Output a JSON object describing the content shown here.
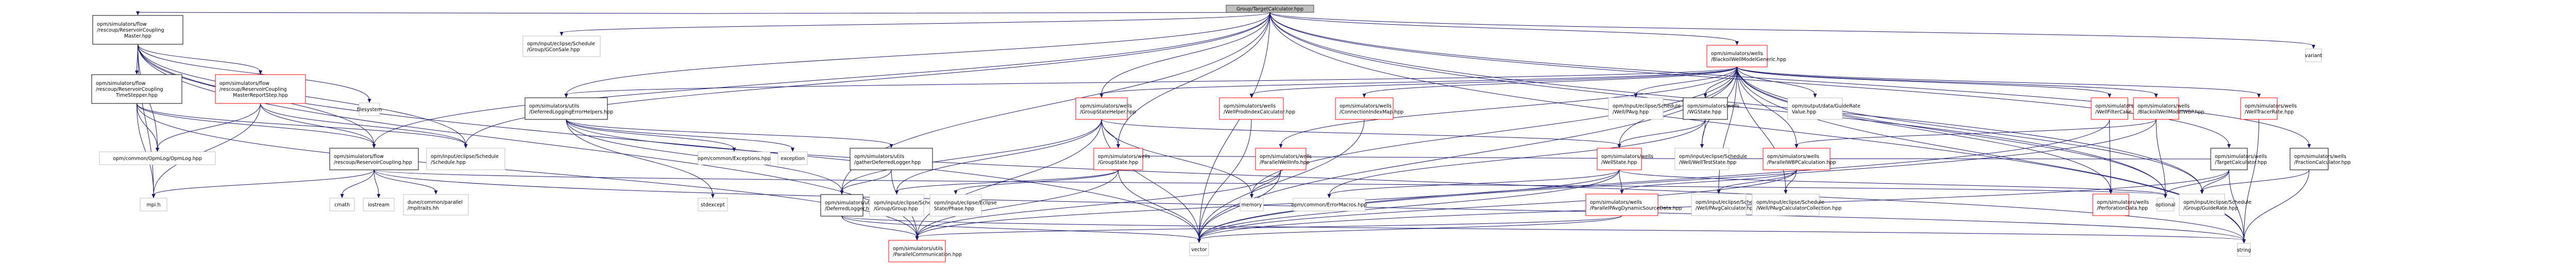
{
  "title": "Include dependency graph",
  "colors": {
    "edge": "#191970",
    "root_fill": "#bfbfbf",
    "root_border": "#404040",
    "documented_border": "#000000",
    "truncated_border": "#ff0000",
    "external_border": "#bfbfbf"
  },
  "nodes": [
    {
      "id": "root",
      "label": [
        "Group/TargetCalculator.hpp"
      ],
      "kind": "root"
    },
    {
      "id": "rcmaster",
      "label": [
        "opm/simulators/flow",
        "/rescoup/ReservoirCoupling",
        "Master.hpp"
      ],
      "kind": "documented"
    },
    {
      "id": "rctimestepper",
      "label": [
        "opm/simulators/flow",
        "/rescoup/ReservoirCoupling",
        "TimeStepper.hpp"
      ],
      "kind": "documented"
    },
    {
      "id": "rcmasterreport",
      "label": [
        "opm/simulators/flow",
        "/rescoup/ReservoirCoupling",
        "MasterReportStep.hpp"
      ],
      "kind": "truncated"
    },
    {
      "id": "filesystem",
      "label": [
        "filesystem"
      ],
      "kind": "external"
    },
    {
      "id": "gconsale",
      "label": [
        "opm/input/eclipse/Schedule",
        "/Group/GConSale.hpp"
      ],
      "kind": "external"
    },
    {
      "id": "opmlog",
      "label": [
        "opm/common/OpmLog/OpmLog.hpp"
      ],
      "kind": "external"
    },
    {
      "id": "mpih",
      "label": [
        "mpi.h"
      ],
      "kind": "external"
    },
    {
      "id": "rc",
      "label": [
        "opm/simulators/flow",
        "/rescoup/ReservoirCoupling.hpp"
      ],
      "kind": "documented"
    },
    {
      "id": "schedule",
      "label": [
        "opm/input/eclipse/Schedule",
        "/Schedule.hpp"
      ],
      "kind": "external"
    },
    {
      "id": "cmath",
      "label": [
        "cmath"
      ],
      "kind": "external"
    },
    {
      "id": "iostream",
      "label": [
        "iostream"
      ],
      "kind": "external"
    },
    {
      "id": "mpitraits",
      "label": [
        "dune/common/parallel",
        "/mpitraits.hh"
      ],
      "kind": "external"
    },
    {
      "id": "dleh",
      "label": [
        "opm/simulators/utils",
        "/DeferredLoggingErrorHelpers.hpp"
      ],
      "kind": "documented"
    },
    {
      "id": "exceptions",
      "label": [
        "opm/common/Exceptions.hpp"
      ],
      "kind": "external"
    },
    {
      "id": "exception",
      "label": [
        "exception"
      ],
      "kind": "external"
    },
    {
      "id": "gatherdl",
      "label": [
        "opm/simulators/utils",
        "/gatherDeferredLogger.hpp"
      ],
      "kind": "documented"
    },
    {
      "id": "stdexcept",
      "label": [
        "stdexcept"
      ],
      "kind": "external"
    },
    {
      "id": "deferredlogger",
      "label": [
        "opm/simulators/utils",
        "/DeferredLogger.hpp"
      ],
      "kind": "documented"
    },
    {
      "id": "group",
      "label": [
        "opm/input/eclipse/Schedule",
        "/Group/Group.hpp"
      ],
      "kind": "external"
    },
    {
      "id": "parallelcomm",
      "label": [
        "opm/simulators/utils",
        "/ParallelCommunication.hpp"
      ],
      "kind": "truncated"
    },
    {
      "id": "groupstatehelper",
      "label": [
        "opm/simulators/wells",
        "/GroupStateHelper.hpp"
      ],
      "kind": "truncated"
    },
    {
      "id": "wellprodindex",
      "label": [
        "opm/simulators/wells",
        "/WellProdIndexCalculator.hpp"
      ],
      "kind": "truncated"
    },
    {
      "id": "connindexmap",
      "label": [
        "opm/simulators/wells",
        "/ConnectionIndexMap.hpp"
      ],
      "kind": "truncated"
    },
    {
      "id": "groupstate",
      "label": [
        "opm/simulators/wells",
        "/GroupState.hpp"
      ],
      "kind": "truncated"
    },
    {
      "id": "phase",
      "label": [
        "opm/input/eclipse/Eclipse",
        "State/Phase.hpp"
      ],
      "kind": "external"
    },
    {
      "id": "memory",
      "label": [
        "memory"
      ],
      "kind": "external"
    },
    {
      "id": "vector",
      "label": [
        "vector"
      ],
      "kind": "external"
    },
    {
      "id": "parallelwellinfo",
      "label": [
        "opm/simulators/wells",
        "/ParallelWellInfo.hpp"
      ],
      "kind": "truncated"
    },
    {
      "id": "errormacros",
      "label": [
        "opm/common/ErrorMacros.hpp"
      ],
      "kind": "external"
    },
    {
      "id": "bwmg",
      "label": [
        "opm/simulators/wells",
        "/BlackoilWellModelGeneric.hpp"
      ],
      "kind": "truncated"
    },
    {
      "id": "pavg",
      "label": [
        "opm/input/eclipse/Schedule",
        "/Well/PAvg.hpp"
      ],
      "kind": "external"
    },
    {
      "id": "wgstate",
      "label": [
        "opm/simulators/wells",
        "/WGState.hpp"
      ],
      "kind": "documented"
    },
    {
      "id": "guideratevalue",
      "label": [
        "opm/output/data/GuideRate",
        "Value.hpp"
      ],
      "kind": "external"
    },
    {
      "id": "wellstate",
      "label": [
        "opm/simulators/wells",
        "/WellState.hpp"
      ],
      "kind": "truncated"
    },
    {
      "id": "welltest",
      "label": [
        "opm/input/eclipse/Schedule",
        "/Well/WellTestState.hpp"
      ],
      "kind": "external"
    },
    {
      "id": "pwbp",
      "label": [
        "opm/simulators/wells",
        "/ParallelWBPCalculation.hpp"
      ],
      "kind": "truncated"
    },
    {
      "id": "ppavgdyn",
      "label": [
        "opm/simulators/wells",
        "/ParallelPAvgDynamicSourceData.hpp"
      ],
      "kind": "truncated"
    },
    {
      "id": "pavgcalc",
      "label": [
        "opm/input/eclipse/Schedule",
        "/Well/PAvgCalculator.hpp"
      ],
      "kind": "external"
    },
    {
      "id": "pavgcoll",
      "label": [
        "opm/input/eclipse/Schedule",
        "/Well/PAvgCalculatorCollection.hpp"
      ],
      "kind": "external"
    },
    {
      "id": "wellfiltercake",
      "label": [
        "opm/simulators/wells",
        "/WellFilterCake.hpp"
      ],
      "kind": "truncated"
    },
    {
      "id": "bwmwbp",
      "label": [
        "opm/simulators/wells",
        "/BlackoilWellModelWBP.hpp"
      ],
      "kind": "truncated"
    },
    {
      "id": "welltracer",
      "label": [
        "opm/simulators/wells",
        "/WellTracerRate.hpp"
      ],
      "kind": "truncated"
    },
    {
      "id": "variant",
      "label": [
        "variant"
      ],
      "kind": "external"
    },
    {
      "id": "perfdata",
      "label": [
        "opm/simulators/wells",
        "/PerforationData.hpp"
      ],
      "kind": "truncated"
    },
    {
      "id": "optional",
      "label": [
        "optional"
      ],
      "kind": "external"
    },
    {
      "id": "guiderate",
      "label": [
        "opm/input/eclipse/Schedule",
        "/Group/GuideRate.hpp"
      ],
      "kind": "external"
    },
    {
      "id": "targetcalc",
      "label": [
        "opm/simulators/wells",
        "/TargetCalculator.hpp"
      ],
      "kind": "documented"
    },
    {
      "id": "fractioncalc",
      "label": [
        "opm/simulators/wells",
        "/FractionCalculator.hpp"
      ],
      "kind": "documented"
    },
    {
      "id": "string",
      "label": [
        "string"
      ],
      "kind": "external"
    }
  ],
  "edges": [
    [
      "root",
      "rcmaster"
    ],
    [
      "root",
      "rc"
    ],
    [
      "root",
      "schedule"
    ],
    [
      "root",
      "gconsale"
    ],
    [
      "root",
      "dleh"
    ],
    [
      "root",
      "groupstatehelper"
    ],
    [
      "root",
      "bwmg"
    ],
    [
      "root",
      "targetcalc"
    ],
    [
      "root",
      "fractioncalc"
    ],
    [
      "root",
      "variant"
    ],
    [
      "root",
      "string"
    ],
    [
      "root",
      "vector"
    ],
    [
      "root",
      "optional"
    ],
    [
      "root",
      "guiderate"
    ],
    [
      "root",
      "deferredlogger"
    ],
    [
      "root",
      "groupstate"
    ],
    [
      "rcmaster",
      "rctimestepper"
    ],
    [
      "rcmaster",
      "rcmasterreport"
    ],
    [
      "rcmaster",
      "filesystem"
    ],
    [
      "rcmaster",
      "rc"
    ],
    [
      "rcmaster",
      "schedule"
    ],
    [
      "rcmaster",
      "mpih"
    ],
    [
      "rcmaster",
      "opmlog"
    ],
    [
      "rcmaster",
      "vector"
    ],
    [
      "rcmaster",
      "parallelcomm"
    ],
    [
      "rctimestepper",
      "opmlog"
    ],
    [
      "rctimestepper",
      "rc"
    ],
    [
      "rctimestepper",
      "schedule"
    ],
    [
      "rctimestepper",
      "mpih"
    ],
    [
      "rctimestepper",
      "parallelcomm"
    ],
    [
      "rcmasterreport",
      "opmlog"
    ],
    [
      "rcmasterreport",
      "rc"
    ],
    [
      "rcmasterreport",
      "schedule"
    ],
    [
      "rcmasterreport",
      "mpih"
    ],
    [
      "rc",
      "cmath"
    ],
    [
      "rc",
      "iostream"
    ],
    [
      "rc",
      "mpitraits"
    ],
    [
      "rc",
      "mpih"
    ],
    [
      "rc",
      "string"
    ],
    [
      "rc",
      "optional"
    ],
    [
      "dleh",
      "exceptions"
    ],
    [
      "dleh",
      "exception"
    ],
    [
      "dleh",
      "gatherdl"
    ],
    [
      "dleh",
      "deferredlogger"
    ],
    [
      "dleh",
      "stdexcept"
    ],
    [
      "dleh",
      "string"
    ],
    [
      "gatherdl",
      "deferredlogger"
    ],
    [
      "gatherdl",
      "parallelcomm"
    ],
    [
      "deferredlogger",
      "parallelcomm"
    ],
    [
      "deferredlogger",
      "string"
    ],
    [
      "deferredlogger",
      "vector"
    ],
    [
      "groupstatehelper",
      "groupstate"
    ],
    [
      "groupstatehelper",
      "deferredlogger"
    ],
    [
      "groupstatehelper",
      "wellstate"
    ],
    [
      "groupstatehelper",
      "group"
    ],
    [
      "groupstatehelper",
      "memory"
    ],
    [
      "groupstatehelper",
      "vector"
    ],
    [
      "groupstatehelper",
      "parallelcomm"
    ],
    [
      "groupstate",
      "group"
    ],
    [
      "groupstate",
      "phase"
    ],
    [
      "groupstate",
      "vector"
    ],
    [
      "groupstate",
      "parallelcomm"
    ],
    [
      "wellprodindex",
      "vector"
    ],
    [
      "connindexmap",
      "vector"
    ],
    [
      "parallelwellinfo",
      "memory"
    ],
    [
      "parallelwellinfo",
      "parallelcomm"
    ],
    [
      "parallelwellinfo",
      "vector"
    ],
    [
      "bwmg",
      "pavg"
    ],
    [
      "bwmg",
      "wgstate"
    ],
    [
      "bwmg",
      "guideratevalue"
    ],
    [
      "bwmg",
      "pwbp"
    ],
    [
      "bwmg",
      "wellfiltercake"
    ],
    [
      "bwmg",
      "bwmwbp"
    ],
    [
      "bwmg",
      "welltracer"
    ],
    [
      "bwmg",
      "connindexmap"
    ],
    [
      "bwmg",
      "wellprodindex"
    ],
    [
      "bwmg",
      "parallelwellinfo"
    ],
    [
      "bwmg",
      "groupstatehelper"
    ],
    [
      "bwmg",
      "wellstate"
    ],
    [
      "bwmg",
      "welltest"
    ],
    [
      "bwmg",
      "pavgcalc"
    ],
    [
      "bwmg",
      "pavgcoll"
    ],
    [
      "bwmg",
      "perfdata"
    ],
    [
      "bwmg",
      "optional"
    ],
    [
      "bwmg",
      "guiderate"
    ],
    [
      "bwmg",
      "memory"
    ],
    [
      "bwmg",
      "vector"
    ],
    [
      "bwmg",
      "string"
    ],
    [
      "bwmg",
      "dleh"
    ],
    [
      "wgstate",
      "wellstate"
    ],
    [
      "wgstate",
      "welltest"
    ],
    [
      "wgstate",
      "errormacros"
    ],
    [
      "wellstate",
      "errormacros"
    ],
    [
      "wellstate",
      "ppavgdyn"
    ],
    [
      "wellstate",
      "parallelcomm"
    ],
    [
      "wellstate",
      "vector"
    ],
    [
      "wellstate",
      "optional"
    ],
    [
      "pwbp",
      "pavgcalc"
    ],
    [
      "pwbp",
      "pavgcoll"
    ],
    [
      "pwbp",
      "ppavgdyn"
    ],
    [
      "pwbp",
      "vector"
    ],
    [
      "ppavgdyn",
      "vector"
    ],
    [
      "ppavgdyn",
      "parallelcomm"
    ],
    [
      "wellfiltercake",
      "perfdata"
    ],
    [
      "wellfiltercake",
      "vector"
    ],
    [
      "bwmwbp",
      "pwbp"
    ],
    [
      "bwmwbp",
      "optional"
    ],
    [
      "bwmwbp",
      "vector"
    ],
    [
      "welltracer",
      "string"
    ],
    [
      "targetcalc",
      "optional"
    ],
    [
      "targetcalc",
      "guiderate"
    ],
    [
      "targetcalc",
      "string"
    ],
    [
      "targetcalc",
      "groupstate"
    ],
    [
      "targetcalc",
      "vector"
    ],
    [
      "fractioncalc",
      "guiderate"
    ],
    [
      "fractioncalc",
      "string"
    ]
  ]
}
